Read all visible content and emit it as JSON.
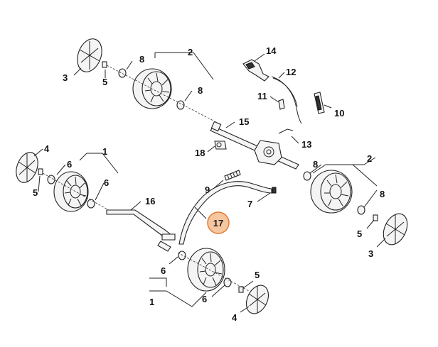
{
  "callouts": {
    "c1a": "1",
    "c1b": "1",
    "c2a": "2",
    "c2b": "2",
    "c3a": "3",
    "c3b": "3",
    "c4a": "4",
    "c4b": "4",
    "c5a": "5",
    "c5b": "5",
    "c5c": "5",
    "c5d": "5",
    "c6a": "6",
    "c6b": "6",
    "c6c": "6",
    "c6d": "6",
    "c7": "7",
    "c8a": "8",
    "c8b": "8",
    "c8c": "8",
    "c8d": "8",
    "c9": "9",
    "c10": "10",
    "c11": "11",
    "c12": "12",
    "c13": "13",
    "c14": "14",
    "c15": "15",
    "c16": "16",
    "c17": "17",
    "c18": "18"
  },
  "highlighted_part": "17",
  "colors": {
    "highlight_fill": "#f6c79f",
    "highlight_stroke": "#e07a36",
    "line": "#222222"
  }
}
